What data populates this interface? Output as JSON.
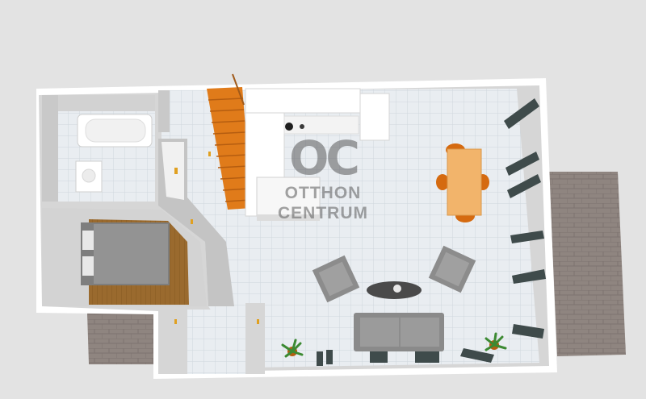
{
  "watermark": {
    "logo": "OC",
    "line1": "OTTHON",
    "line2": "CENTRUM"
  },
  "colors": {
    "background": "#e3e3e3",
    "wall": "#ffffff",
    "floor_tile": "#e9edf1",
    "terrace": "#8f8580",
    "stair": "#e07b1a",
    "rug": "#9a6a2e",
    "table": "#f2b46b",
    "sofa": "#8a8a8a",
    "chair_dark": "#3f4b4b",
    "plant": "#3c8a32"
  },
  "icons": [
    "bathtub-icon",
    "sink-icon",
    "bed-icon",
    "staircase-icon",
    "stove-icon",
    "dining-table-icon",
    "sofa-icon",
    "armchair-icon",
    "coffee-table-icon",
    "plant-icon",
    "door-icon"
  ]
}
